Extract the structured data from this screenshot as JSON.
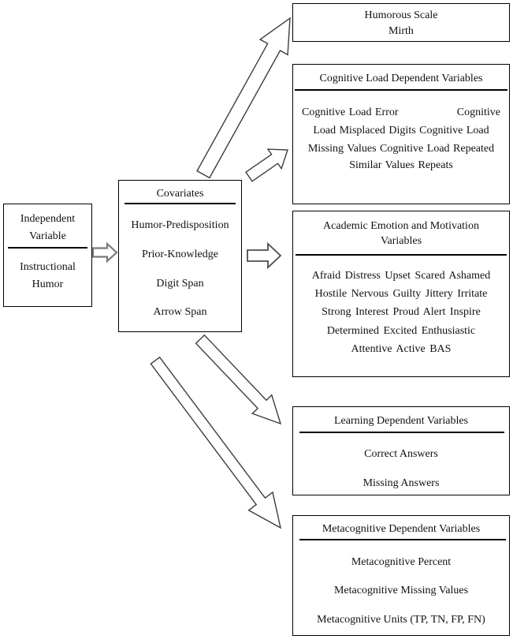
{
  "colors": {
    "background": "#ffffff",
    "box_border": "#000000",
    "text": "#111111",
    "arrow_fill": "#ffffff",
    "arrow_outline": "#3d3d3d",
    "arrow_outline_light": "#7a7a7a"
  },
  "independent_variable": {
    "title_lines": [
      "Independent",
      "Variable"
    ],
    "body_lines": [
      "Instructional",
      "Humor"
    ]
  },
  "covariates": {
    "title": "Covariates",
    "items": [
      "Humor-Predisposition",
      "Prior-Knowledge",
      "Digit Span",
      "Arrow Span"
    ]
  },
  "humorous_scale": {
    "lines": [
      "Humorous Scale",
      "Mirth"
    ]
  },
  "cognitive_load": {
    "title": "Cognitive Load Dependent Variables",
    "line1_left": "Cognitive Load Error",
    "line1_right": "Cognitive",
    "lines": [
      "Load Misplaced Digits Cognitive Load",
      "Missing Values Cognitive Load Repeated",
      "Similar Values Repeats"
    ]
  },
  "emotion_motivation": {
    "title_lines": [
      "Academic Emotion and Motivation",
      "Variables"
    ],
    "lines": [
      "Afraid Distress Upset Scared Ashamed",
      "Hostile Nervous Guilty Jittery Irritate",
      "Strong Interest Proud Alert Inspire",
      "Determined Excited Enthusiastic",
      "Attentive Active BAS"
    ]
  },
  "learning": {
    "title": "Learning Dependent Variables",
    "lines": [
      "Correct Answers",
      "Missing Answers"
    ]
  },
  "metacognitive": {
    "title": "Metacognitive Dependent Variables",
    "lines": [
      "Metacognitive Percent",
      "Metacognitive Missing Values",
      "Metacognitive Units (TP, TN, FP, FN)"
    ]
  },
  "arrows": [
    {
      "name": "arrow-independent-to-covariates",
      "direction": "right"
    },
    {
      "name": "arrow-covariates-to-humorous-scale",
      "direction": "up-right"
    },
    {
      "name": "arrow-covariates-to-cognitive-load",
      "direction": "up-right"
    },
    {
      "name": "arrow-covariates-to-emotion-motivation",
      "direction": "right"
    },
    {
      "name": "arrow-covariates-to-learning",
      "direction": "down-right"
    },
    {
      "name": "arrow-covariates-to-metacognitive",
      "direction": "down-right"
    }
  ]
}
